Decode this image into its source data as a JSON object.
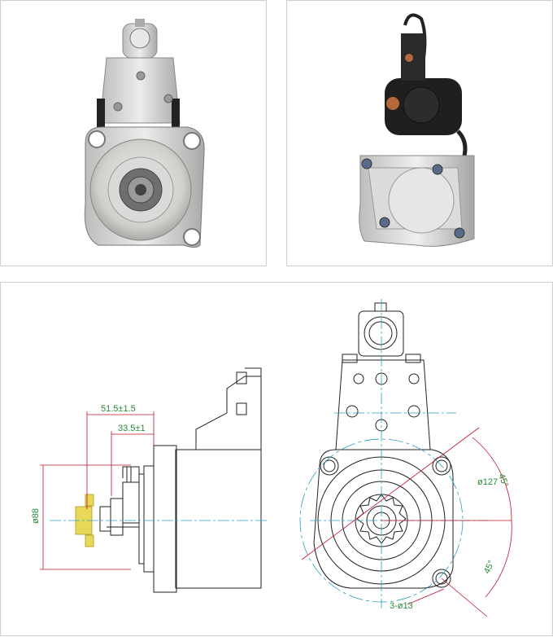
{
  "dimensions": {
    "overhang": "51.5±1.5",
    "pinion_offset": "33.5±1",
    "pinion_diameter": "ø88",
    "bolt_circle": "ø127",
    "angle_top": "45°",
    "angle_bottom": "45°",
    "holes": "3-ø13"
  },
  "colors": {
    "line": "#222222",
    "dimension_red": "#c0102a",
    "dimension_text": "#2a8a3a",
    "center_line": "#2aa0c0",
    "pinion_yellow": "#e6d23a"
  }
}
